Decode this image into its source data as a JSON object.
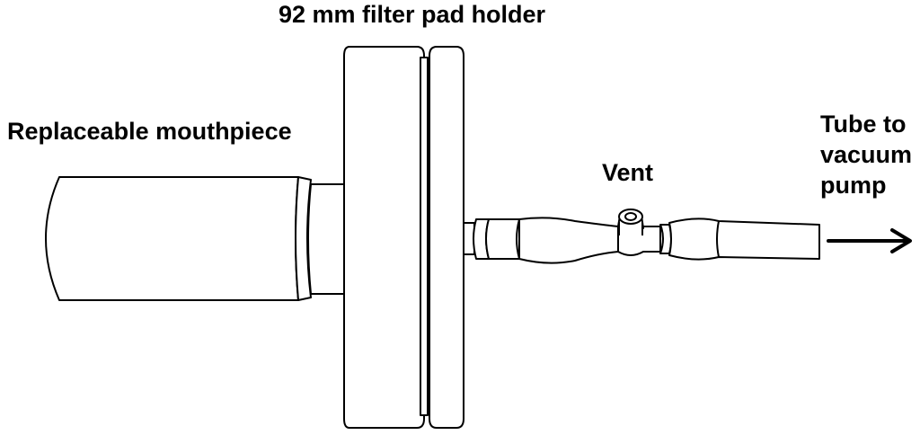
{
  "labels": {
    "holder": "92 mm filter pad holder",
    "mouthpiece": "Replaceable mouthpiece",
    "vent": "Vent",
    "tube": [
      "Tube to",
      "vacuum",
      "pump"
    ]
  },
  "colors": {
    "stroke": "#000000",
    "fill": "#ffffff",
    "background": "#ffffff"
  }
}
